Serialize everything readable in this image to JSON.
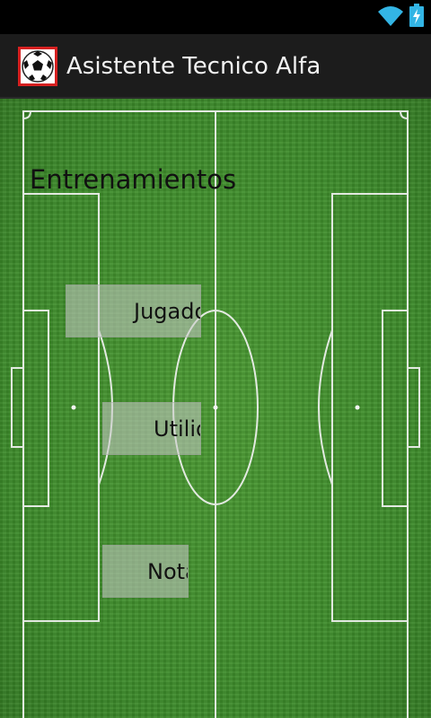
{
  "status_bar": {
    "wifi_icon": "wifi-icon",
    "battery_icon": "battery-charging-icon"
  },
  "app_bar": {
    "icon": "soccer-ball-icon",
    "title": "Asistente Tecnico Alfa"
  },
  "main": {
    "background": "soccer-field",
    "section_title": "Entrenamientos",
    "buttons": [
      {
        "label": "Jugadores"
      },
      {
        "label": "Utilidades"
      },
      {
        "label": "Notas"
      }
    ]
  },
  "colors": {
    "grass": "#3f8d2c",
    "lines": "#ffffff",
    "app_bar": "#1c1c1c",
    "status_icons": "#33b5e5"
  }
}
